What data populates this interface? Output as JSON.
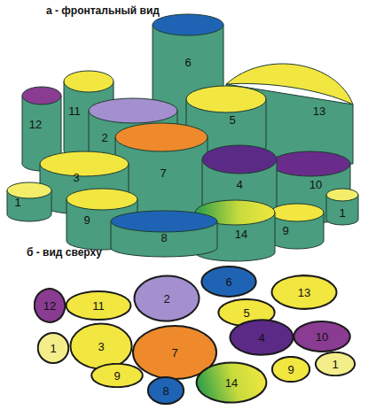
{
  "diagram": {
    "nodes": [
      {
        "text": [
          "6"
        ]
      },
      {
        "text": [
          "12"
        ]
      },
      {
        "text": [
          "11"
        ]
      },
      {
        "text": [
          "2"
        ]
      },
      {
        "text": [
          "13"
        ]
      },
      {
        "text": [
          "5"
        ]
      },
      {
        "text": [
          "1"
        ]
      },
      {
        "text": [
          "3"
        ]
      },
      {
        "text": [
          "7"
        ]
      },
      {
        "text": [
          "4"
        ]
      },
      {
        "text": [
          "10"
        ]
      },
      {
        "text": [
          "9"
        ]
      },
      {
        "text": [
          "1"
        ]
      },
      {
        "text": [
          "9"
        ]
      },
      {
        "text": [
          "14"
        ]
      },
      {
        "text": [
          "8"
        ]
      }
    ],
    "labels": [
      "а - фронтальный вид",
      "б - вид сверху",
      "6",
      "13",
      "5",
      "12",
      "11",
      "2",
      "7",
      "4",
      "10",
      "3",
      "1",
      "9",
      "8",
      "14",
      "9",
      "1"
    ]
  }
}
